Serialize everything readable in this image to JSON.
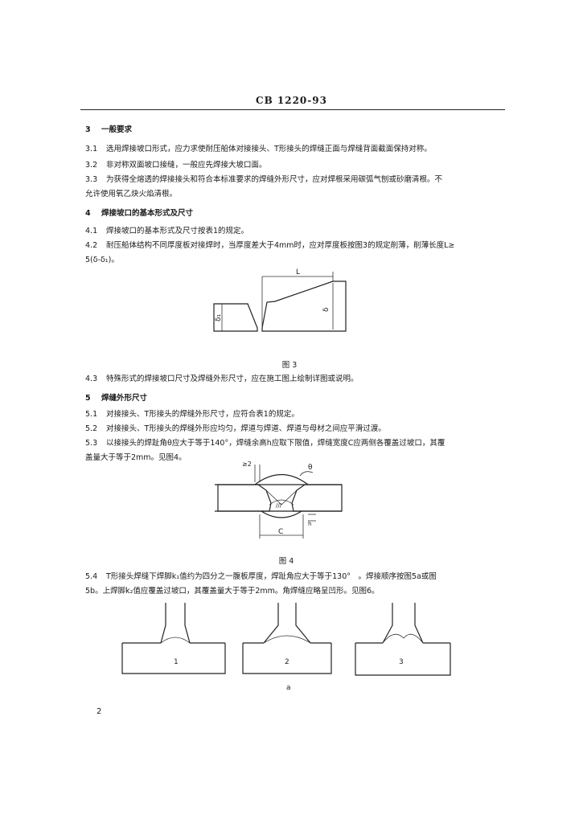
{
  "header": {
    "code": "CB  1220-93"
  },
  "sections": {
    "s3_title": {
      "num": "3",
      "text": "一般要求"
    },
    "p3_1": {
      "num": "3.1",
      "text": "选用焊接坡口形式，应力求使耐压船体对接接头、T形接头的焊缝正面与焊缝背面截面保持对称。"
    },
    "p3_2": {
      "num": "3.2",
      "text": "非对称双面坡口接缝，一般应先焊接大坡口面。"
    },
    "p3_3_l1": {
      "num": "3.3",
      "text": "为获得全熔透的焊接接头和符合本标准要求的焊缝外形尺寸，应对焊根采用碳弧气刨或砂磨清根。不"
    },
    "p3_3_l2": {
      "text": "允许使用氧乙炔火焰清根。"
    },
    "s4_title": {
      "num": "4",
      "text": "焊接坡口的基本形式及尺寸"
    },
    "p4_1": {
      "num": "4.1",
      "text": "焊接坡口的基本形式及尺寸按表1的规定。"
    },
    "p4_2_l1": {
      "num": "4.2",
      "text": "耐压船体结构不同厚度板对接焊时，当厚度差大于4mm时，应对厚度板按图3的规定削薄，削薄长度L≥"
    },
    "p4_2_l2": {
      "text": "5(δ-δ₁)。"
    },
    "fig3_caption": "图 3",
    "p4_3": {
      "num": "4.3",
      "text": "特殊形式的焊接坡口尺寸及焊缝外形尺寸，应在施工图上绘制详图或说明。"
    },
    "s5_title": {
      "num": "5",
      "text": "焊缝外形尺寸"
    },
    "p5_1": {
      "num": "5.1",
      "text": "对接接头、T形接头的焊缝外形尺寸，应符合表1的规定。"
    },
    "p5_2": {
      "num": "5.2",
      "text": "对接接头、T形接头的焊缝外形应均匀，焊道与焊道、焊道与母材之间应平滑过渡。"
    },
    "p5_3_l1": {
      "num": "5.3",
      "text": "以接接头的焊趾角θ应大于等于140°，焊缝余高h应取下限值，焊缝宽度C应两侧各覆盖过坡口，其覆"
    },
    "p5_3_l2": {
      "text": "盖量大于等于2mm。见图4。"
    },
    "fig4_caption": "图 4",
    "p5_4_l1": {
      "num": "5.4",
      "text": "T形接头焊缝下焊脚k₁值约为四分之一腹板厚度，焊趾角应大于等于130°　。焊接顺序按图5a或图"
    },
    "p5_4_l2": {
      "text": "5b。上焊脚k₂值应覆盖过坡口，其覆盖量大于等于2mm。角焊缝应略呈凹形。见图6。"
    }
  },
  "fig3": {
    "label_L": "L",
    "label_delta1": "δ₁",
    "label_delta": "δ"
  },
  "fig4": {
    "label_ge2": "≥2",
    "label_theta": "θ",
    "label_C": "C",
    "label_h": "h"
  },
  "fig5a": {
    "labels": [
      "1",
      "2",
      "3"
    ],
    "sub_caption": "a"
  },
  "page_number": "2"
}
